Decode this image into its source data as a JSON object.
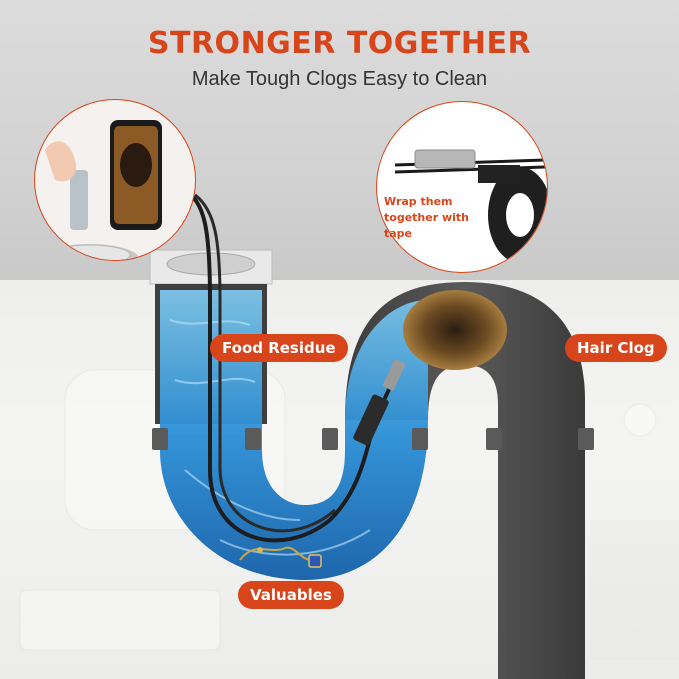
{
  "header": {
    "title": "STRONGER TOGETHER",
    "subtitle": "Make Tough Clogs Easy to Clean"
  },
  "callouts": {
    "food_residue": "Food Residue",
    "hair_clog": "Hair Clog",
    "valuables": "Valuables",
    "wrap_tape_line1": "Wrap them",
    "wrap_tape_line2": "together with tape"
  },
  "colors": {
    "accent": "#d9451b",
    "pipe": "#4a4a4a",
    "water": "#1e7fd0",
    "text": "#333333"
  }
}
